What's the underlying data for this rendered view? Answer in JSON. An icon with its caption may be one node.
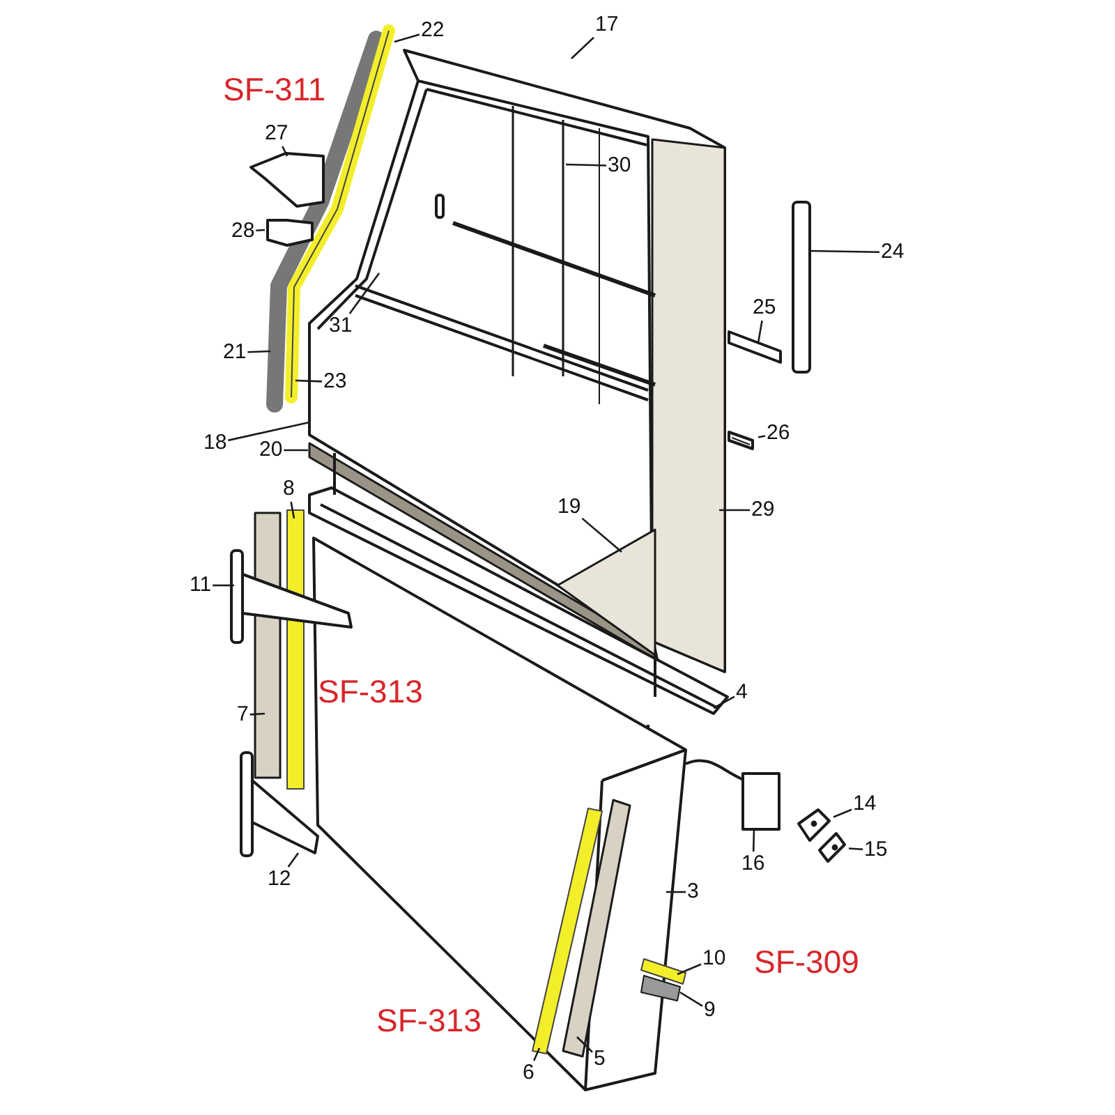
{
  "diagram": {
    "nodes": [
      {
        "text": [
          "22"
        ]
      },
      {
        "text": [
          "17"
        ]
      },
      {
        "text": [
          "30"
        ]
      },
      {
        "text": [
          "27"
        ]
      },
      {
        "text": [
          "28"
        ]
      },
      {
        "text": [
          "24"
        ]
      },
      {
        "text": [
          "25"
        ]
      },
      {
        "text": [
          "26"
        ]
      },
      {
        "text": [
          "31"
        ]
      },
      {
        "text": [
          "21"
        ]
      },
      {
        "text": [
          "23"
        ]
      },
      {
        "text": [
          "18"
        ]
      },
      {
        "text": [
          "20"
        ]
      },
      {
        "text": [
          "19"
        ]
      },
      {
        "text": [
          "29"
        ]
      },
      {
        "text": [
          "8"
        ]
      },
      {
        "text": [
          "11"
        ]
      },
      {
        "text": [
          "7"
        ]
      },
      {
        "text": [
          "4"
        ]
      },
      {
        "text": [
          "14"
        ]
      },
      {
        "text": [
          "15"
        ]
      },
      {
        "text": [
          "16"
        ]
      },
      {
        "text": [
          "12"
        ]
      },
      {
        "text": [
          "3"
        ]
      },
      {
        "text": [
          "10"
        ]
      },
      {
        "text": [
          "9"
        ]
      },
      {
        "text": [
          "6"
        ]
      },
      {
        "text": [
          "5"
        ]
      },
      {
        "text": [],
        "shape": "bar"
      },
      {
        "text": [],
        "shape": "picture"
      },
      {
        "text": [],
        "shape": "picture"
      }
    ],
    "edges": [
      {
        "from": 0,
        "to": null,
        "arrow": "none"
      },
      {
        "from": 1,
        "to": null,
        "arrow": "none"
      },
      {
        "from": 2,
        "to": null,
        "arrow": "none"
      },
      {
        "from": 3,
        "to": null,
        "arrow": "none"
      },
      {
        "from": 4,
        "to": null,
        "arrow": "none"
      },
      {
        "from": 5,
        "to": null,
        "arrow": "none"
      },
      {
        "from": 6,
        "to": null,
        "arrow": "none"
      },
      {
        "from": 7,
        "to": 28,
        "arrow": "none"
      },
      {
        "from": 8,
        "to": null,
        "arrow": "none"
      },
      {
        "from": 9,
        "to": null,
        "arrow": "none"
      },
      {
        "from": 10,
        "to": null,
        "arrow": "none"
      },
      {
        "from": 11,
        "to": null,
        "arrow": "none"
      },
      {
        "from": 12,
        "to": null,
        "arrow": "none"
      },
      {
        "from": 13,
        "to": null,
        "arrow": "none"
      },
      {
        "from": 14,
        "to": null,
        "arrow": "none"
      },
      {
        "from": 15,
        "to": null,
        "arrow": "none"
      },
      {
        "from": 16,
        "to": null,
        "arrow": "none"
      },
      {
        "from": 17,
        "to": null,
        "arrow": "none"
      },
      {
        "from": 18,
        "to": null,
        "arrow": "none"
      },
      {
        "from": 19,
        "to": 29,
        "arrow": "none"
      },
      {
        "from": 20,
        "to": 30,
        "arrow": "none"
      },
      {
        "from": 21,
        "to": null,
        "arrow": "none"
      },
      {
        "from": 22,
        "to": null,
        "arrow": "none"
      },
      {
        "from": 23,
        "to": null,
        "arrow": "none"
      },
      {
        "from": 24,
        "to": null,
        "arrow": "none"
      },
      {
        "from": 25,
        "to": null,
        "arrow": "none"
      },
      {
        "from": 26,
        "to": null,
        "arrow": "none"
      },
      {
        "from": 27,
        "to": null,
        "arrow": "none"
      }
    ],
    "labels": [
      "SF-311",
      "SF-313",
      "SF-313",
      "SF-309"
    ]
  }
}
